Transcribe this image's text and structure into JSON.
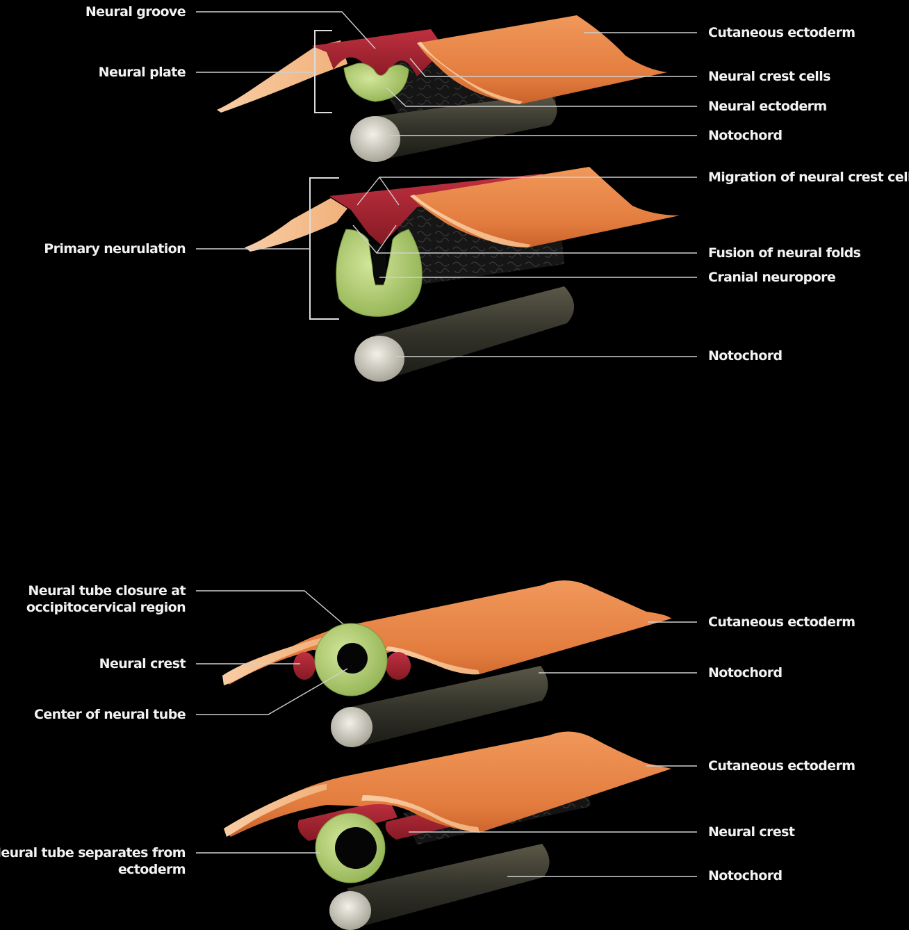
{
  "colors": {
    "background": "#000000",
    "cutaneous_ectoderm": "#e8864a",
    "ectoderm_edge": "#f6c49a",
    "neural_fold": "#a8222e",
    "neural_tissue": "#b7d37a",
    "notochord": "#3a3a2e",
    "notochord_end": "#d8d6cc",
    "leader_line": "#cfcfcf",
    "text": "#f2f2f2"
  },
  "labels": {
    "neural_groove": "Neural groove",
    "neural_plate": "Neural plate",
    "cutaneous_ectoderm_1": "Cutaneous ectoderm",
    "neural_crest_cells": "Neural crest cells",
    "neural_ectoderm": "Neural ectoderm",
    "notochord_1": "Notochord",
    "migration_neural_crest": "Migration of neural crest cells",
    "primary_neurulation": "Primary neurulation",
    "fusion_neural_folds": "Fusion of neural folds",
    "cranial_neuropore": "Cranial neuropore",
    "notochord_2": "Notochord",
    "tube_closure_line1": "Neural tube closure at",
    "tube_closure_line2": "occipitocervical region",
    "neural_crest_1": "Neural crest",
    "center_neural_tube": "Center of neural tube",
    "cutaneous_ectoderm_2": "Cutaneous ectoderm",
    "notochord_3": "Notochord",
    "cutaneous_ectoderm_3": "Cutaneous ectoderm",
    "neural_crest_2": "Neural crest",
    "tube_separates_line1": "Neural tube separates from",
    "tube_separates_line2": "ectoderm",
    "notochord_4": "Notochord"
  }
}
